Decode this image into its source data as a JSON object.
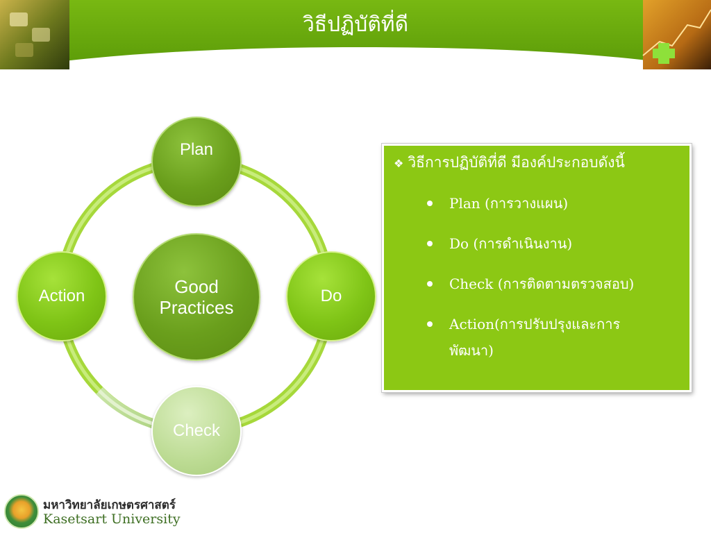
{
  "slide": {
    "title": "วิธีปฏิบัติที่ดี",
    "accent_color": "#8cc814",
    "header_color": "#6aa90c"
  },
  "cycle": {
    "center": {
      "line1": "Good",
      "line2": "Practices"
    },
    "nodes": [
      {
        "id": "plan",
        "label": "Plan"
      },
      {
        "id": "do",
        "label": "Do"
      },
      {
        "id": "check",
        "label": "Check"
      },
      {
        "id": "action",
        "label": "Action"
      }
    ]
  },
  "textbox": {
    "heading_icon": "diamond-cluster-icon",
    "heading": "วิธีการปฏิบัติที่ดี มีองค์ประกอบดังนี้",
    "items": [
      "Plan (การวางแผน)",
      "Do (การดำเนินงาน)",
      "Check (การติดตามตรวจสอบ)",
      "Action(การปรับปรุงและการพัฒนา)"
    ]
  },
  "footer": {
    "logo_icon": "kasetsart-university-logo",
    "university_th": "มหาวิทยาลัยเกษตรศาสตร์",
    "university_en": "Kasetsart University"
  }
}
